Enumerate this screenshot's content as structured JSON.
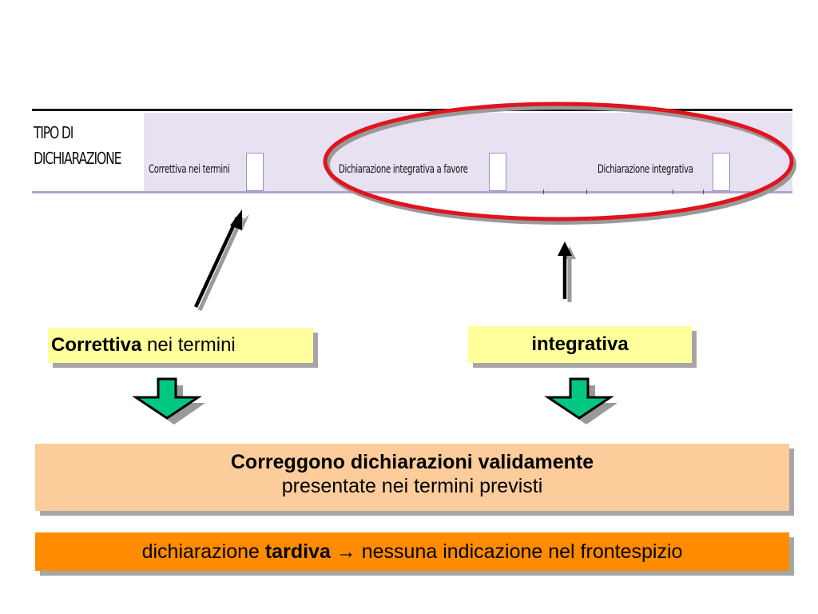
{
  "form": {
    "title_line1": "TIPO DI",
    "title_line2": "DICHIARAZIONE",
    "field1": "Correttiva nei termini",
    "field2": "Dichiarazione integrativa a favore",
    "field3": "Dichiarazione integrativa"
  },
  "labels": {
    "correttiva_bold": "Correttiva",
    "correttiva_rest": " nei termini",
    "integrativa": "integrativa"
  },
  "description": {
    "line1": "Correggono dichiarazioni validamente",
    "line2": "presentate nei termini previsti"
  },
  "footer": {
    "prefix": "dichiarazione ",
    "bold": "tardiva",
    "arrow": " → ",
    "rest": "nessuna indicazione nel frontespizio"
  },
  "colors": {
    "lavender": "#e8e1f2",
    "highlight_yellow": "#ffff9c",
    "peach": "#fccc9a",
    "orange": "#ff8c00",
    "ellipse_red": "#e0141e",
    "arrow_green": "#00c781"
  }
}
